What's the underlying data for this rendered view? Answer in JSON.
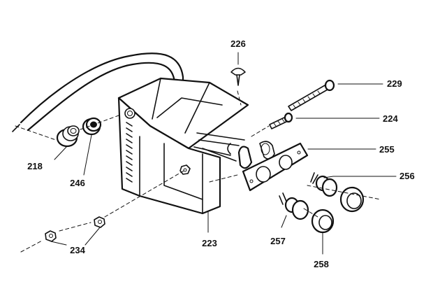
{
  "labels": {
    "p226": "226",
    "p229": "229",
    "p224": "224",
    "p255": "255",
    "p256": "256",
    "p218": "218",
    "p246": "246",
    "p223": "223",
    "p257": "257",
    "p258": "258",
    "p234": "234"
  }
}
